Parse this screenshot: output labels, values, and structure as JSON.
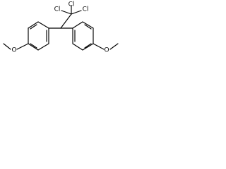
{
  "molecule": {
    "atom_labels": {
      "cl_left": "Cl",
      "cl_center": "Cl",
      "cl_right": "Cl",
      "o_left": "O",
      "o_right": "O"
    }
  }
}
